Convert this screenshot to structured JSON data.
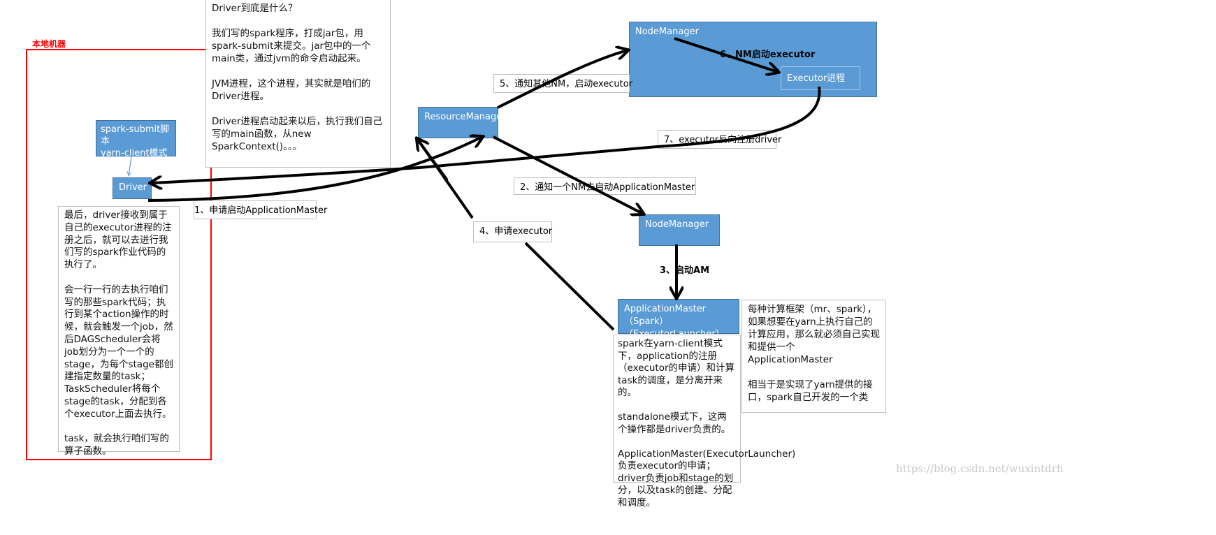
{
  "local_machine_label": "本地机器",
  "spark_submit": {
    "line1": "spark-submit脚本",
    "line2": "yarn-client模式"
  },
  "driver_label": "Driver",
  "resource_manager_label": "ResourceManager",
  "node_manager_top_label": "NodeManager",
  "executor_label": "Executor进程",
  "node_manager_mid_label": "NodeManager",
  "app_master": {
    "line1": "ApplicationMaster（Spark）",
    "line2": "（ExecutorLauncher）"
  },
  "edges": {
    "e1": "1、申请启动ApplicationMaster",
    "e2": "2、通知一个NM去启动ApplicationMaster",
    "e3": "3、启动AM",
    "e4": "4、申请executor",
    "e5": "5、通知其他NM，启动executor",
    "e6": "6、NM启动executor",
    "e7": "7、executor反向注册driver"
  },
  "notes": {
    "driver_what": "Driver到底是什么？\n\n我们写的spark程序，打成jar包，用spark-submit来提交。jar包中的一个main类，通过jvm的命令启动起来。\n\nJVM进程，这个进程，其实就是咱们的Driver进程。\n\nDriver进程启动起来以后，执行我们自己写的main函数，从new SparkContext()。。。",
    "driver_exec": "最后，driver接收到属于自己的executor进程的注册之后，就可以去进行我们写的spark作业代码的执行了。\n\n会一行一行的去执行咱们写的那些spark代码；执行到某个action操作的时候，就会触发一个job，然后DAGScheduler会将job划分为一个一个的stage，为每个stage都创建指定数量的task；TaskScheduler将每个stage的task，分配到各个executor上面去执行。\n\ntask，就会执行咱们写的算子函数。",
    "am_yarn_client": "spark在yarn-client模式下，application的注册（executor的申请）和计算task的调度，是分离开来的。\n\nstandalone模式下，这两个操作都是driver负责的。\n\nApplicationMaster(ExecutorLauncher)负责executor的申请；driver负责job和stage的划分，以及task的创建、分配和调度。",
    "framework": "每种计算框架（mr、spark），如果想要在yarn上执行自己的计算应用，那么就必须自己实现和提供一个ApplicationMaster\n\n相当于是实现了yarn提供的接口，spark自己开发的一个类"
  },
  "watermark": "https://blog.csdn.net/wuxintdrh",
  "colors": {
    "box_fill": "#5b9bd5",
    "box_border": "#41719c",
    "local_border": "#ff0000",
    "arrow": "#000000"
  }
}
